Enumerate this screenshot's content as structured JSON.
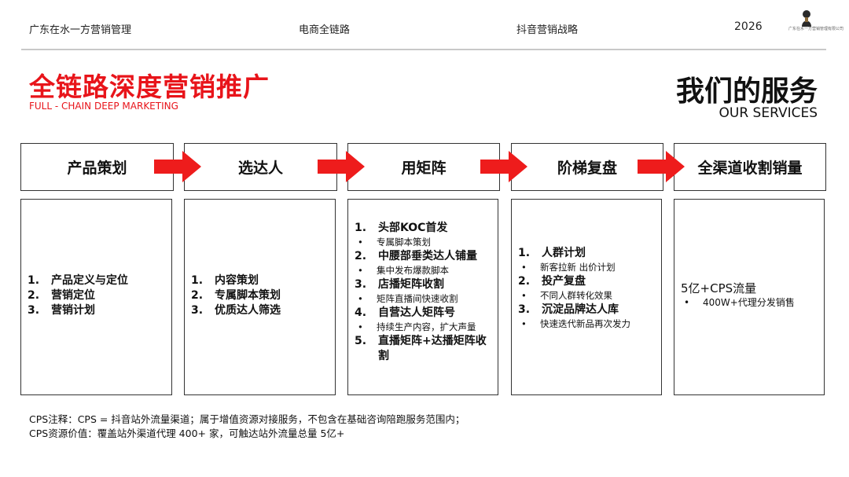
{
  "header": {
    "company": "广东在水一方营销管理",
    "item2": "电商全链路",
    "item3": "抖音营销战略",
    "year": "2026",
    "logo_text": "广东在水一方营销管理有限公司"
  },
  "title": {
    "cn": "全链路深度营销推广",
    "en": "FULL - CHAIN DEEP MARKETING"
  },
  "services": {
    "cn": "我们的服务",
    "en": "OUR SERVICES"
  },
  "colors": {
    "accent": "#e8141a",
    "border": "#333333"
  },
  "steps": [
    {
      "label": "产品策划",
      "items": [
        {
          "num": "1.",
          "text": "产品定义与定位"
        },
        {
          "num": "2.",
          "text": "营销定位"
        },
        {
          "num": "3.",
          "text": "营销计划"
        }
      ]
    },
    {
      "label": "选达人",
      "items": [
        {
          "num": "1.",
          "text": "内容策划"
        },
        {
          "num": "2.",
          "text": "专属脚本策划"
        },
        {
          "num": "3.",
          "text": "优质达人筛选"
        }
      ]
    },
    {
      "label": "用矩阵",
      "items": [
        {
          "num": "1.",
          "text": "头部KOC首发",
          "sub": "专属脚本策划"
        },
        {
          "num": "2.",
          "text": "中腰部垂类达人铺量",
          "sub": "集中发布爆款脚本"
        },
        {
          "num": "3.",
          "text": "店播矩阵收割",
          "sub": "矩阵直播间快速收割"
        },
        {
          "num": "4.",
          "text": "自营达人矩阵号",
          "sub": "持续生产内容，扩大声量"
        },
        {
          "num": "5.",
          "text": "直播矩阵+达播矩阵收割"
        }
      ]
    },
    {
      "label": "阶梯复盘",
      "items": [
        {
          "num": "1.",
          "text": "人群计划",
          "sub": "新客拉新 出价计划"
        },
        {
          "num": "2.",
          "text": "投产复盘",
          "sub": "不同人群转化效果"
        },
        {
          "num": "3.",
          "text": "沉淀品牌达人库",
          "sub": "快速迭代新品再次发力"
        }
      ]
    },
    {
      "label": "全渠道收割销量",
      "items": [
        {
          "num": "",
          "text": "5亿+CPS流量",
          "sub": "400W+代理分发销售"
        }
      ]
    }
  ],
  "bullet": "•",
  "notes": [
    "CPS注释：CPS = 抖音站外流量渠道；属于增值资源对接服务，不包含在基础咨询陪跑服务范围内；",
    "CPS资源价值：覆盖站外渠道代理 400+ 家，可触达站外流量总量 5亿+"
  ]
}
